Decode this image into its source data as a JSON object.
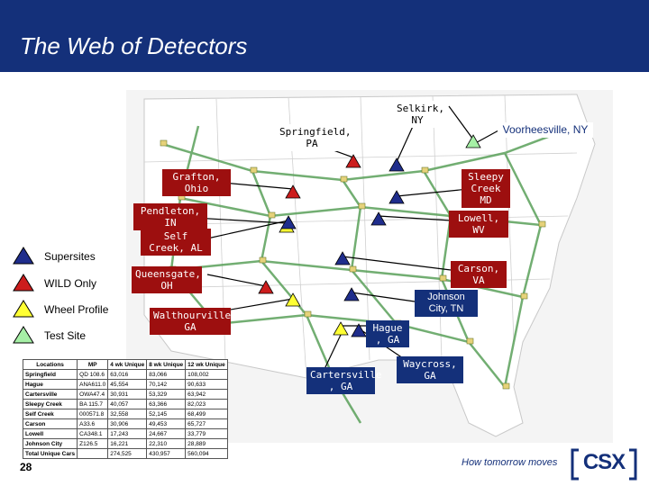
{
  "slide": {
    "title": "The Web of Detectors",
    "page_number": "28",
    "tagline": "How tomorrow moves",
    "logo": "CSX"
  },
  "colors": {
    "header": "#14307a",
    "supersite": "#1f2d8c",
    "wild_only": "#cc1d1d",
    "wheel_profile": "#ffff33",
    "test_site": "#a6f0a6",
    "label_dark": "#9d0f0f"
  },
  "legend": [
    {
      "label": "Supersites",
      "shape": "supersite-triangle-icon"
    },
    {
      "label": "WILD Only",
      "shape": "wild-triangle-icon"
    },
    {
      "label": "Wheel Profile",
      "shape": "wheel-profile-triangle-icon"
    },
    {
      "label": "Test Site",
      "shape": "test-site-triangle-icon"
    }
  ],
  "sites": {
    "selkirk": "Selkirk, NY",
    "voorheesville": "Voorheesville, NY",
    "springfield": "Springfield, PA",
    "grafton": "Grafton, Ohio",
    "sleepy_creek": "Sleepy Creek MD",
    "pendleton": "Pendleton, IN",
    "lowell": "Lowell, WV",
    "self_creek": "Self Creek, AL",
    "carson": "Carson, VA",
    "queensgate": "Queensgate, OH",
    "johnson_city": "Johnson City, TN",
    "walthourville": "Walthourville, GA",
    "hague": "Hague , GA",
    "cartersville": "Cartersville , GA",
    "waycross": "Waycross, GA"
  },
  "table": {
    "headers": [
      "Locations",
      "MP",
      "4 wk Unique",
      "8 wk Unique",
      "12 wk Unique"
    ],
    "rows": [
      [
        "Springfield",
        "QD 108.6",
        "63,016",
        "83,066",
        "108,002"
      ],
      [
        "Hague",
        "ANA611.0",
        "45,554",
        "70,142",
        "90,633"
      ],
      [
        "Cartersville",
        "OWA47.4",
        "30,931",
        "53,329",
        "63,942"
      ],
      [
        "Sleepy Creek",
        "BA 115.7",
        "40,057",
        "63,366",
        "82,023"
      ],
      [
        "Self Creek",
        "000571.8",
        "32,558",
        "52,145",
        "68,499"
      ],
      [
        "Carson",
        "A33.6",
        "30,906",
        "49,453",
        "65,727"
      ],
      [
        "Lowell",
        "CA348.1",
        "17,243",
        "24,667",
        "33,779"
      ],
      [
        "Johnson City",
        "Z126.5",
        "16,221",
        "22,310",
        "28,889"
      ],
      [
        "Total Unique Cars",
        "",
        "274,525",
        "430,957",
        "560,094"
      ]
    ]
  }
}
